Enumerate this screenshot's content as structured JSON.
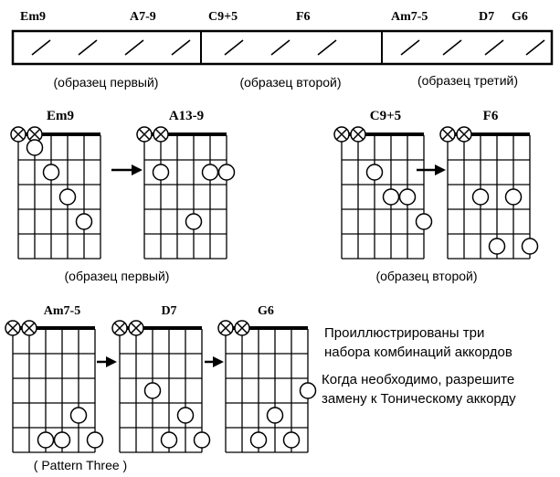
{
  "progression_bar": {
    "chords": [
      "Em9",
      "A7-9",
      "C9+5",
      "F6",
      "Am7-5",
      "D7",
      "G6"
    ],
    "captions": [
      "(образец первый)",
      "(образец второй)",
      "(образец третий)"
    ]
  },
  "diagrams": [
    {
      "name": "Em9",
      "muted": [
        6,
        5
      ],
      "dots": [
        [
          2,
          4
        ],
        [
          3,
          3
        ],
        [
          4,
          2
        ],
        [
          5,
          1
        ]
      ]
    },
    {
      "name": "A13-9",
      "muted": [
        6,
        5
      ],
      "dots": [
        [
          5,
          2
        ],
        [
          3,
          4
        ],
        [
          2,
          2
        ],
        [
          1,
          2
        ]
      ]
    },
    {
      "name": "C9+5",
      "muted": [
        6,
        5
      ],
      "dots": [
        [
          4,
          2
        ],
        [
          3,
          3
        ],
        [
          2,
          3
        ],
        [
          1,
          4
        ]
      ]
    },
    {
      "name": "F6",
      "muted": [
        6,
        5
      ],
      "dots": [
        [
          4,
          3
        ],
        [
          2,
          3
        ],
        [
          3,
          5
        ],
        [
          1,
          5
        ]
      ]
    },
    {
      "name": "Am7-5",
      "muted": [
        6,
        5
      ],
      "dots": [
        [
          4,
          5
        ],
        [
          3,
          5
        ],
        [
          2,
          4
        ],
        [
          1,
          5
        ]
      ]
    },
    {
      "name": "D7",
      "muted": [
        6,
        5
      ],
      "dots": [
        [
          4,
          3
        ],
        [
          3,
          5
        ],
        [
          2,
          4
        ],
        [
          1,
          5
        ]
      ]
    },
    {
      "name": "G6",
      "muted": [
        6,
        5
      ],
      "dots": [
        [
          4,
          5
        ],
        [
          3,
          4
        ],
        [
          2,
          5
        ],
        [
          1,
          3
        ]
      ]
    }
  ],
  "captions": {
    "pattern1": "(образец первый)",
    "pattern2": "(образец второй)",
    "pattern3": "( Pattern Three )"
  },
  "notes": {
    "line1": "Проиллюстрированы три",
    "line2": "набора комбинаций аккордов",
    "line3": "Когда необходимо, разрешите",
    "line4": "замену к Тоническому аккорду"
  }
}
